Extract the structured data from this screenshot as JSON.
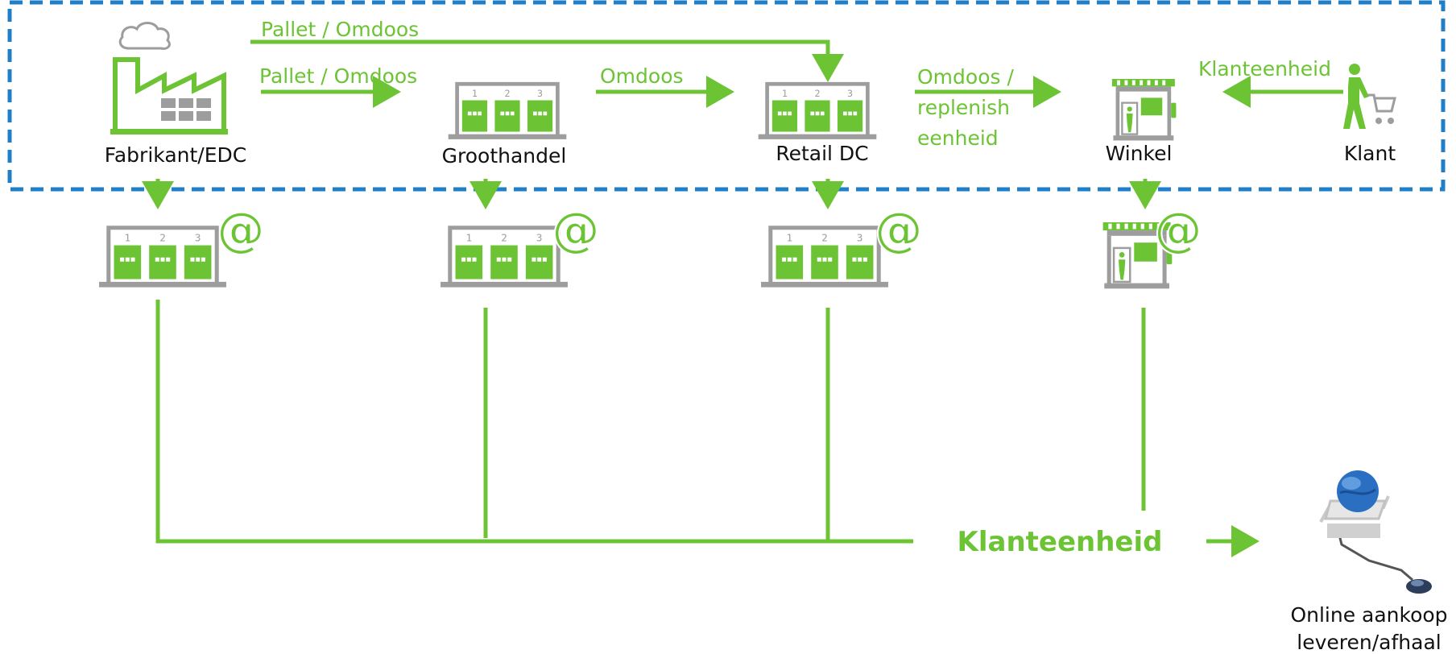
{
  "nodes": {
    "fabrikant": "Fabrikant/EDC",
    "groothandel": "Groothandel",
    "retail_dc": "Retail DC",
    "winkel": "Winkel",
    "klant": "Klant",
    "online": [
      "Online aankoop",
      "leveren/afhaal"
    ]
  },
  "flows": {
    "top_pallet": "Pallet / Omdoos",
    "pallet": "Pallet / Omdoos",
    "omdoos": "Omdoos",
    "omdoos_replenish": [
      "Omdoos /",
      "replenish",
      "eenheid"
    ],
    "klanteenheid_top": "Klanteenheid",
    "klanteenheid_bottom": "Klanteenheid"
  },
  "dock_numbers": [
    "1",
    "2",
    "3"
  ],
  "colors": {
    "green": "#6cc435",
    "gray": "#9d9d9d",
    "blue_dash": "#1f7fc9",
    "globe": "#2b6fc2"
  },
  "icons": {
    "factory": "factory-icon",
    "warehouse": "warehouse-icon",
    "store": "store-icon",
    "shopper": "shopper-with-cart-icon",
    "online_shop": "globe-cart-mouse-icon"
  }
}
